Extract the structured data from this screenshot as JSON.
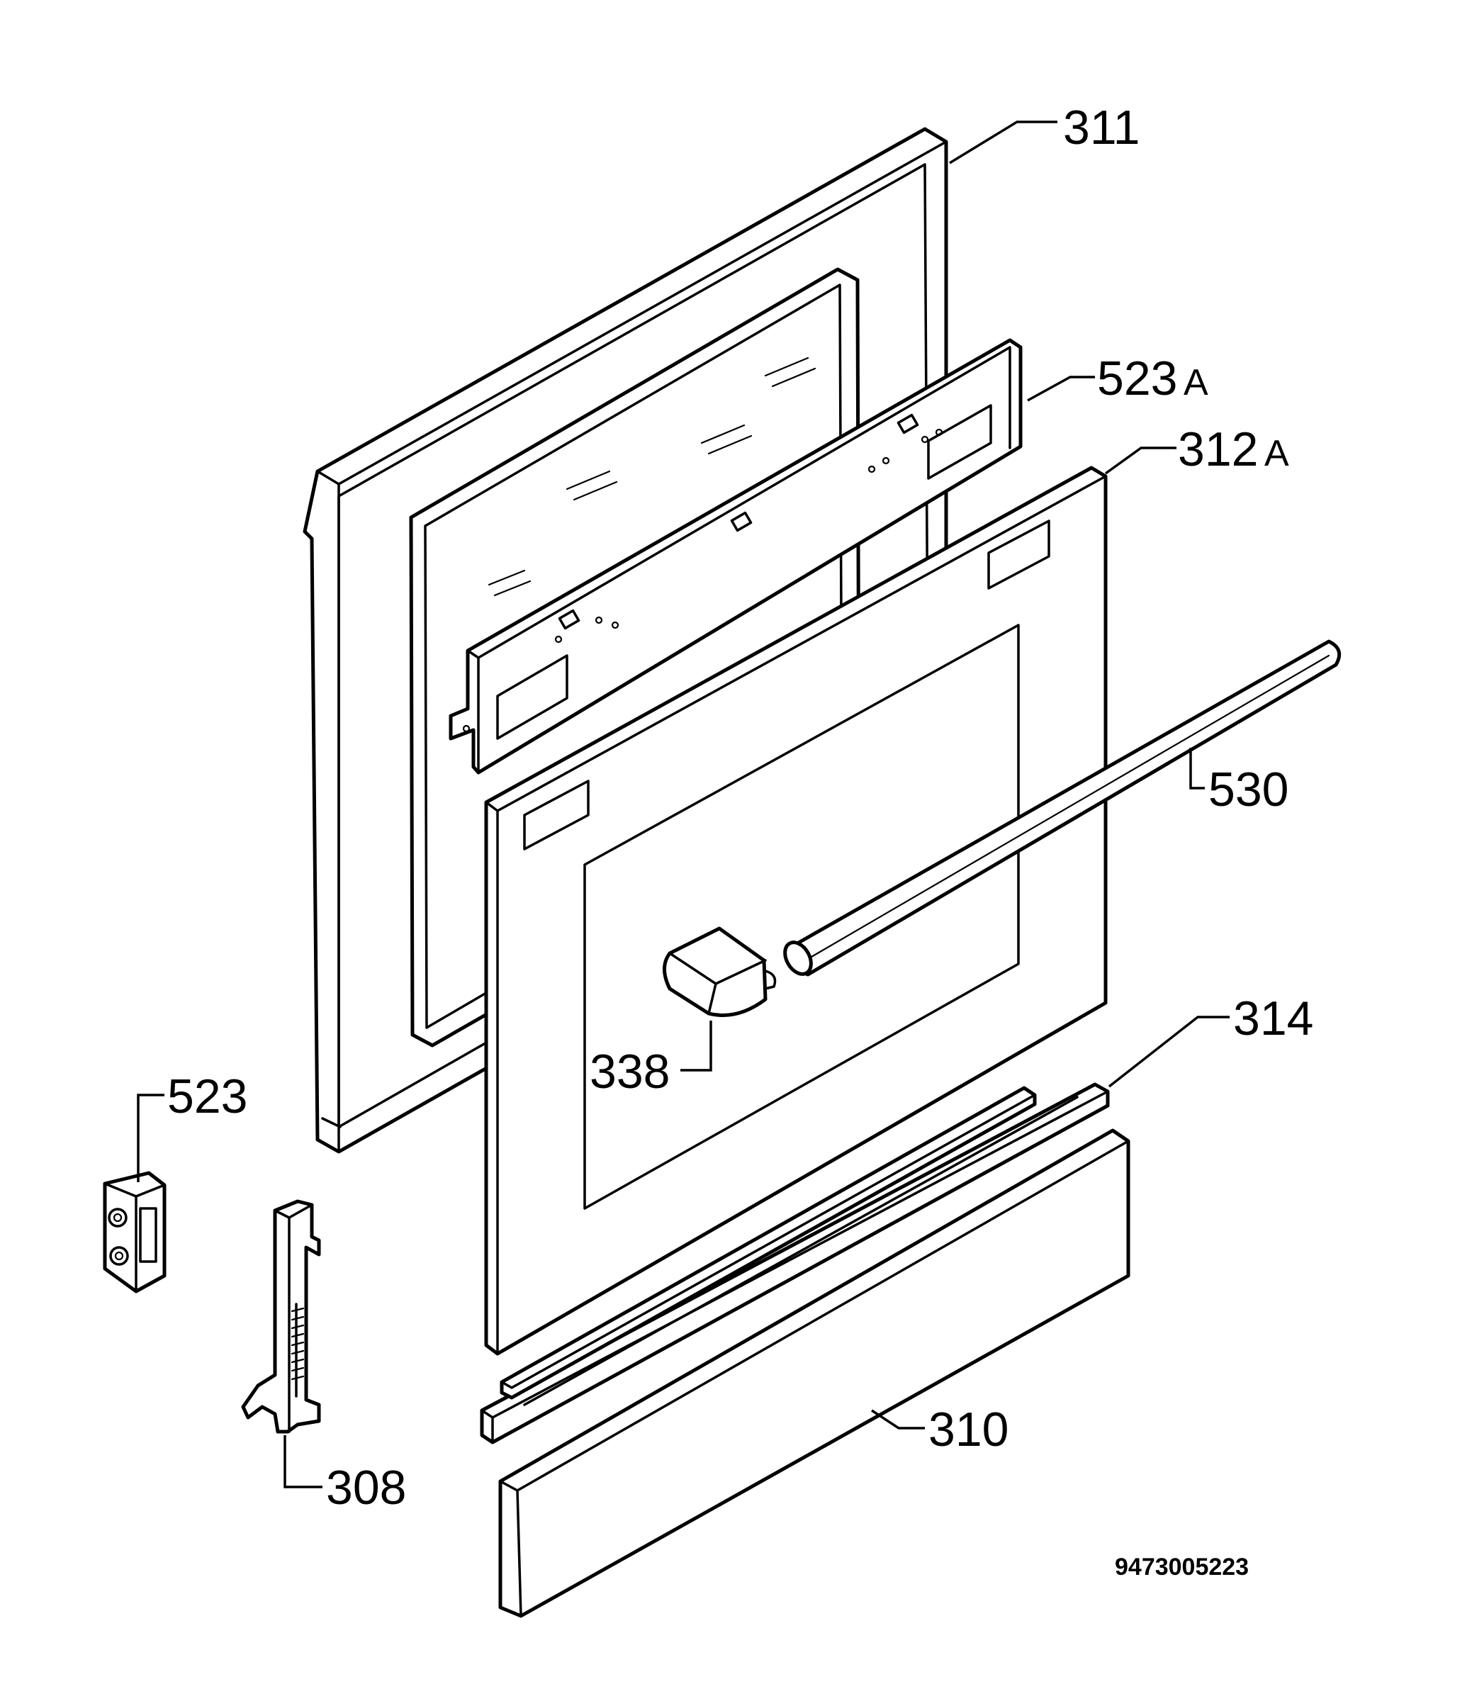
{
  "diagram": {
    "document_number": "9473005223",
    "parts": [
      {
        "id": "p311",
        "number": "311",
        "suffix": ""
      },
      {
        "id": "p523a",
        "number": "523",
        "suffix": "A"
      },
      {
        "id": "p312a",
        "number": "312",
        "suffix": "A"
      },
      {
        "id": "p530",
        "number": "530",
        "suffix": ""
      },
      {
        "id": "p314",
        "number": "314",
        "suffix": ""
      },
      {
        "id": "p338",
        "number": "338",
        "suffix": ""
      },
      {
        "id": "p523",
        "number": "523",
        "suffix": ""
      },
      {
        "id": "p310",
        "number": "310",
        "suffix": ""
      },
      {
        "id": "p308",
        "number": "308",
        "suffix": ""
      }
    ]
  }
}
